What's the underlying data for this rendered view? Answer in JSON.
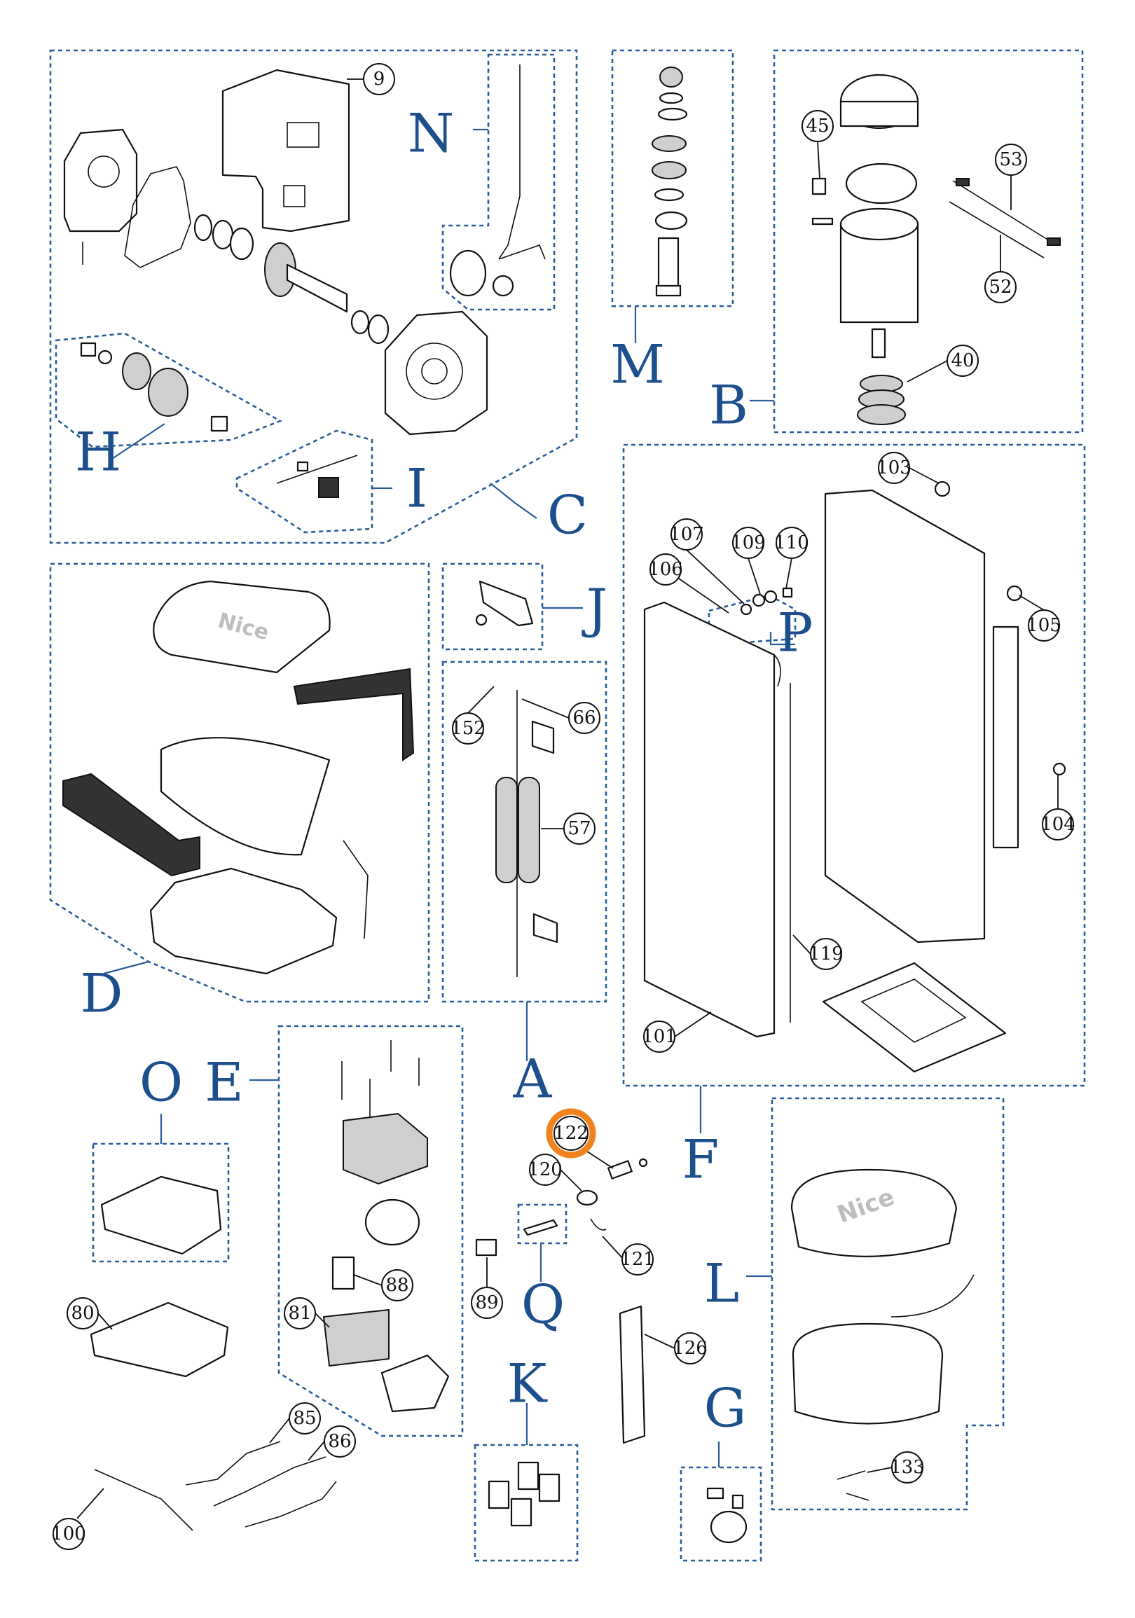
{
  "colors": {
    "group_letter": "#1c4f8c",
    "dashed_box": "#2a5c9a",
    "highlight_ring": "#f0831e",
    "line_art": "#111111"
  },
  "groups": {
    "A": "A",
    "B": "B",
    "C": "C",
    "D": "D",
    "E": "E",
    "F": "F",
    "G": "G",
    "H": "H",
    "I": "I",
    "J": "J",
    "K": "K",
    "L": "L",
    "M": "M",
    "N": "N",
    "O": "O",
    "P": "P",
    "Q": "Q"
  },
  "parts": {
    "p9": "9",
    "p40": "40",
    "p45": "45",
    "p52": "52",
    "p53": "53",
    "p57": "57",
    "p66": "66",
    "p80": "80",
    "p81": "81",
    "p85": "85",
    "p86": "86",
    "p88": "88",
    "p89": "89",
    "p100": "100",
    "p101": "101",
    "p103": "103",
    "p104": "104",
    "p105": "105",
    "p106": "106",
    "p107": "107",
    "p109": "109",
    "p110": "110",
    "p119": "119",
    "p120": "120",
    "p121": "121",
    "p122": "122",
    "p126": "126",
    "p133": "133",
    "p152": "152"
  },
  "brand_marks": {
    "cover_D": "Nice",
    "cover_L": "Nice"
  },
  "highlighted_part": "122"
}
